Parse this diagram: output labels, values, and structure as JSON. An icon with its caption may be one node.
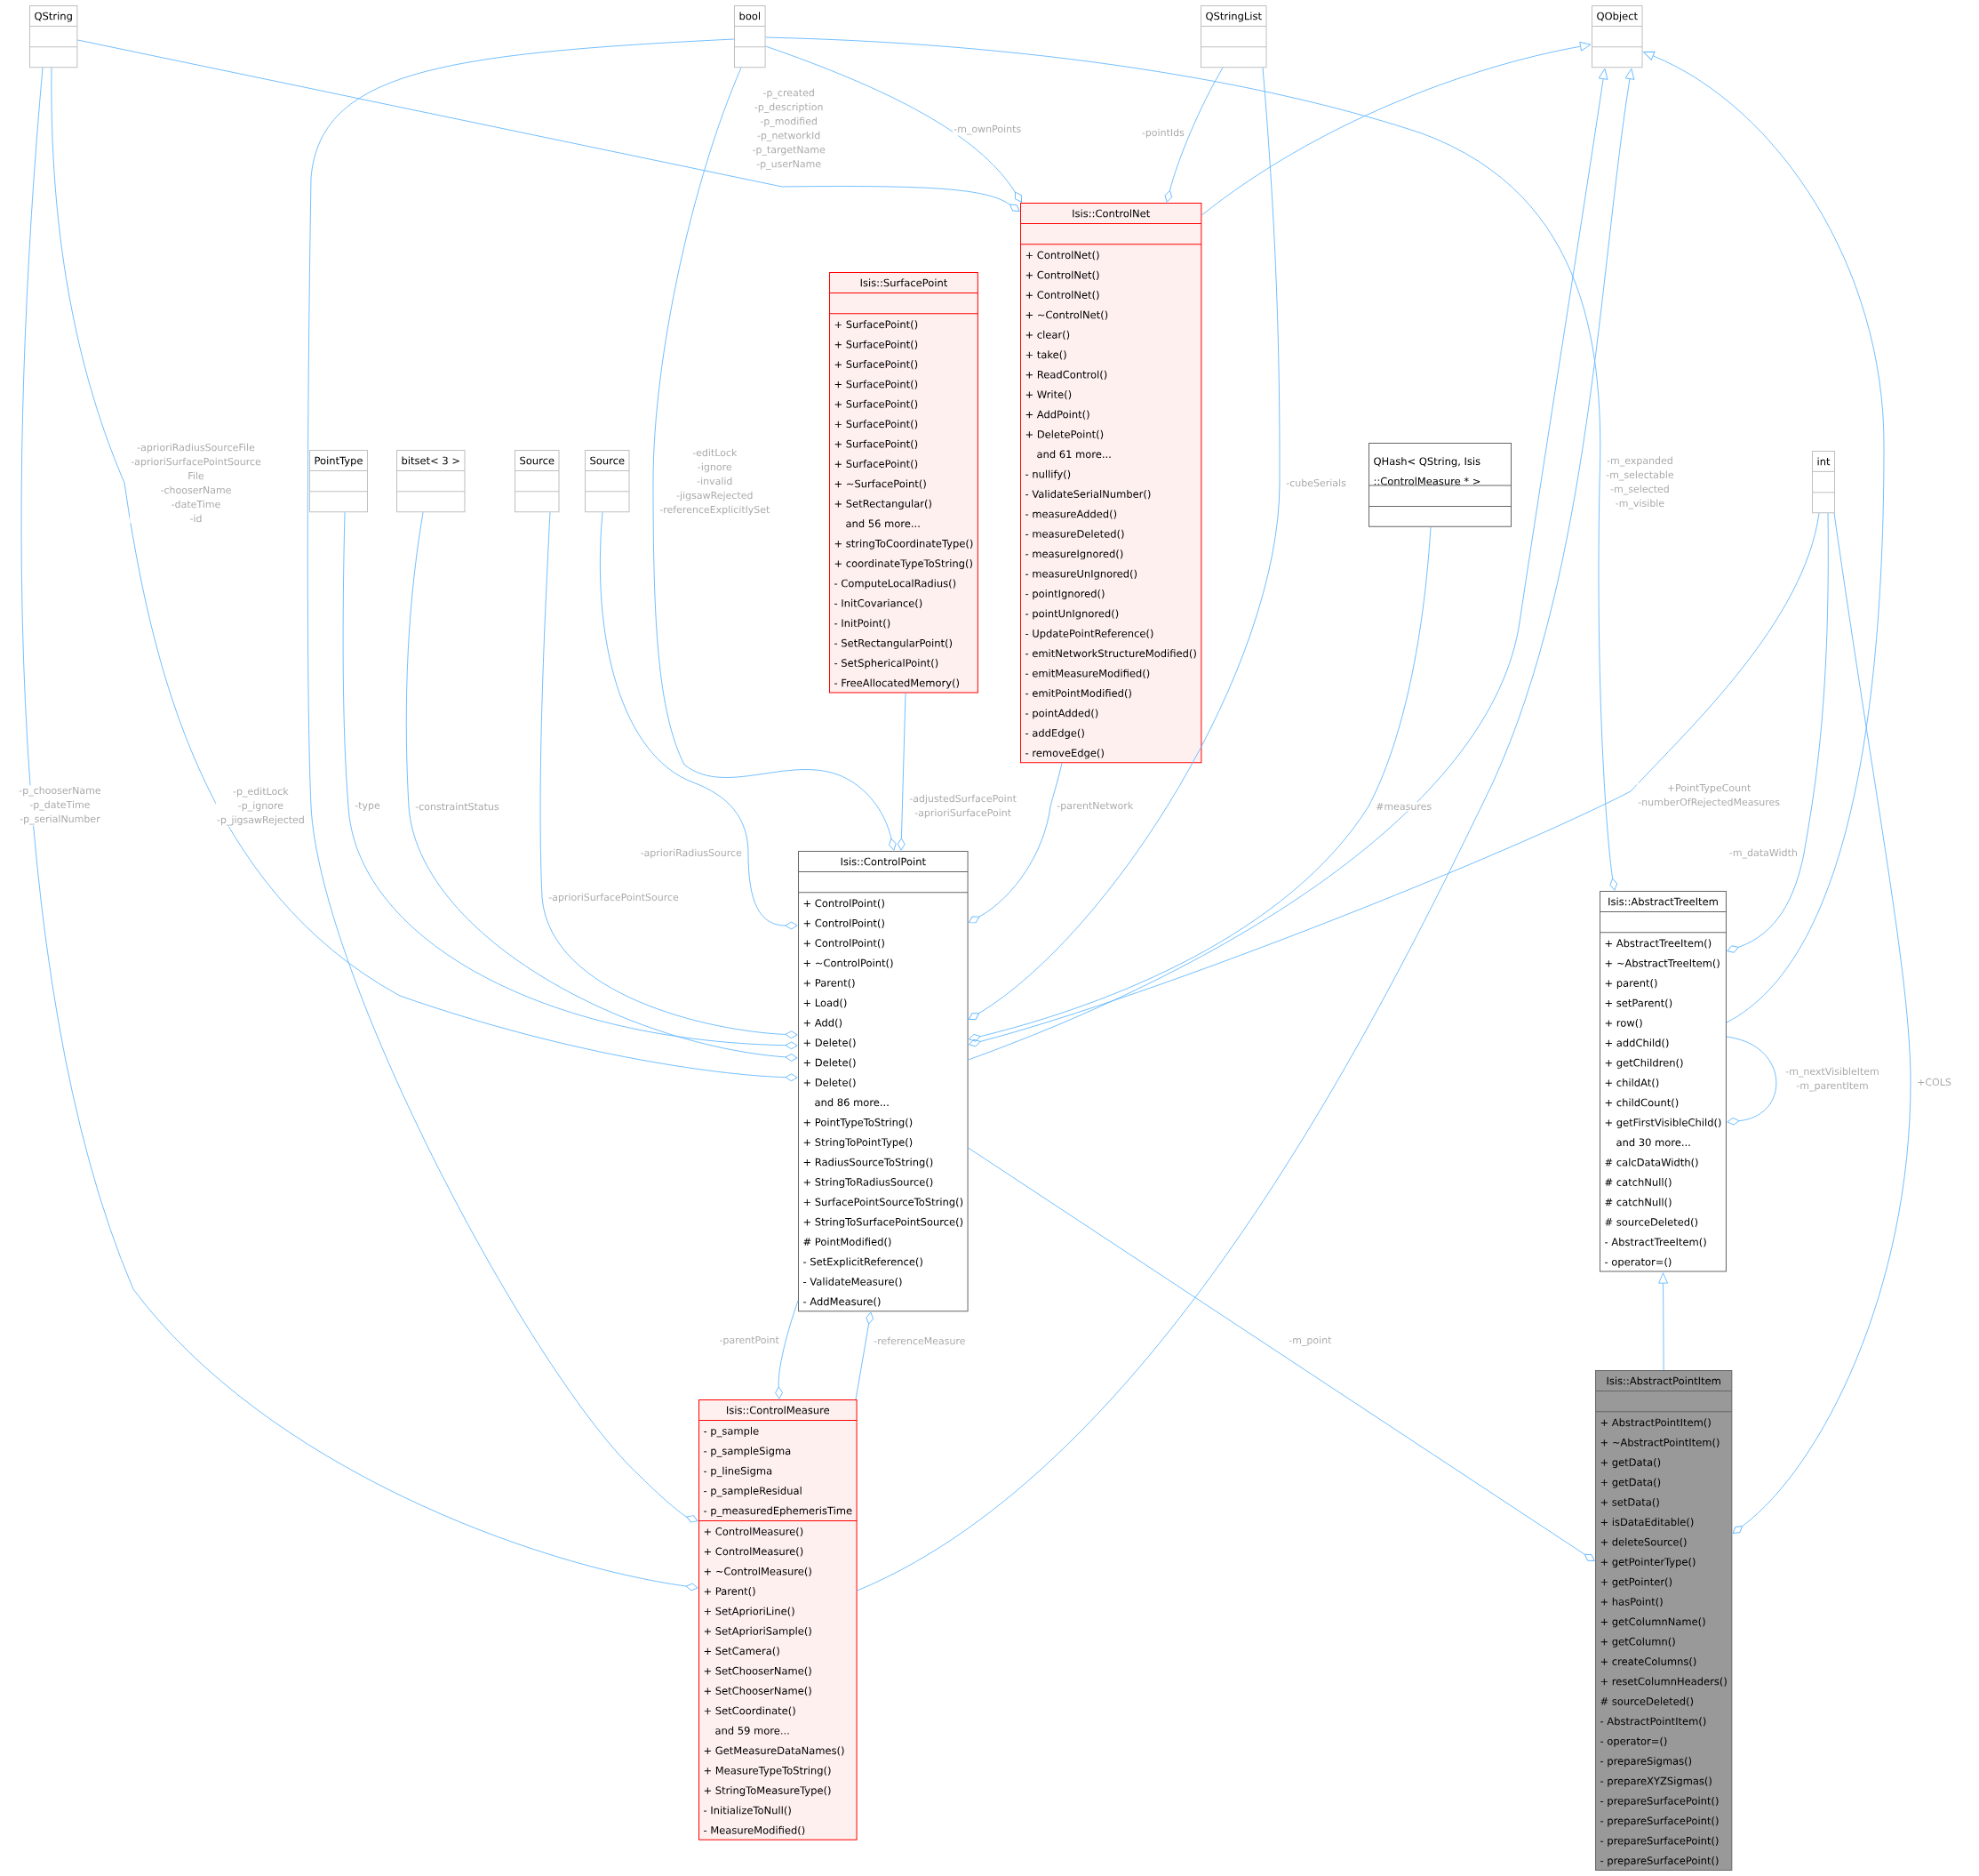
{
  "diagram": {
    "nodes": [
      {
        "text": [
          "QString"
        ]
      },
      {
        "text": [
          "bool"
        ]
      },
      {
        "text": [
          "QStringList"
        ]
      },
      {
        "text": [
          "QObject"
        ]
      },
      {
        "text": [
          "Isis::ControlNet",
          "+ ControlNet()",
          "+ ControlNet()",
          "+ ControlNet()",
          "+ ~ControlNet()",
          "+ clear()",
          "+ take()",
          "+ ReadControl()",
          "+ Write()",
          "+ AddPoint()",
          "+ DeletePoint()",
          "and 61 more...",
          "- nullify()",
          "- ValidateSerialNumber()",
          "- measureAdded()",
          "- measureDeleted()",
          "- measureIgnored()",
          "- measureUnIgnored()",
          "- pointIgnored()",
          "- pointUnIgnored()",
          "- UpdatePointReference()",
          "- emitNetworkStructureModified()",
          "- emitMeasureModified()",
          "- emitPointModified()",
          "- pointAdded()",
          "- addEdge()",
          "- removeEdge()"
        ]
      },
      {
        "text": [
          "Isis::SurfacePoint",
          "+ SurfacePoint()",
          "+ SurfacePoint()",
          "+ SurfacePoint()",
          "+ SurfacePoint()",
          "+ SurfacePoint()",
          "+ SurfacePoint()",
          "+ SurfacePoint()",
          "+ SurfacePoint()",
          "+ ~SurfacePoint()",
          "+ SetRectangular()",
          "and 56 more...",
          "+ stringToCoordinateType()",
          "+ coordinateTypeToString()",
          "- ComputeLocalRadius()",
          "- InitCovariance()",
          "- InitPoint()",
          "- SetRectangularPoint()",
          "- SetSphericalPoint()",
          "- FreeAllocatedMemory()"
        ]
      },
      {
        "text": [
          "PointType"
        ]
      },
      {
        "text": [
          "bitset< 3 >"
        ]
      },
      {
        "text": [
          "Source"
        ]
      },
      {
        "text": [
          "Source"
        ]
      },
      {
        "text": [
          "QHash< QString, Isis ::ControlMeasure * >"
        ]
      },
      {
        "text": [
          "int"
        ]
      },
      {
        "text": [
          "Isis::ControlPoint",
          "+ ControlPoint()",
          "+ ControlPoint()",
          "+ ControlPoint()",
          "+ ~ControlPoint()",
          "+ Parent()",
          "+ Load()",
          "+ Add()",
          "+ Delete()",
          "+ Delete()",
          "+ Delete()",
          "and 86 more...",
          "+ PointTypeToString()",
          "+ StringToPointType()",
          "+ RadiusSourceToString()",
          "+ StringToRadiusSource()",
          "+ SurfacePointSourceToString()",
          "+ StringToSurfacePointSource()",
          "# PointModified()",
          "- SetExplicitReference()",
          "- ValidateMeasure()",
          "- AddMeasure()"
        ]
      },
      {
        "text": [
          "Isis::AbstractTreeItem",
          "+ AbstractTreeItem()",
          "+ ~AbstractTreeItem()",
          "+ parent()",
          "+ setParent()",
          "+ row()",
          "+ addChild()",
          "+ getChildren()",
          "+ childAt()",
          "+ childCount()",
          "+ getFirstVisibleChild()",
          "and 30 more...",
          "# calcDataWidth()",
          "# catchNull()",
          "# catchNull()",
          "# sourceDeleted()",
          "- AbstractTreeItem()",
          "- operator=()"
        ]
      },
      {
        "text": [
          "Isis::ControlMeasure",
          "- p_sample",
          "- p_sampleSigma",
          "- p_lineSigma",
          "- p_sampleResidual",
          "- p_measuredEphemerisTime",
          "+ ControlMeasure()",
          "+ ControlMeasure()",
          "+ ~ControlMeasure()",
          "+ Parent()",
          "+ SetAprioriLine()",
          "+ SetAprioriSample()",
          "+ SetCamera()",
          "+ SetChooserName()",
          "+ SetChooserName()",
          "+ SetCoordinate()",
          "and 59 more...",
          "+ GetMeasureDataNames()",
          "+ MeasureTypeToString()",
          "+ StringToMeasureType()",
          "- InitializeToNull()",
          "- MeasureModified()"
        ]
      },
      {
        "text": [
          "Isis::AbstractPointItem",
          "+ AbstractPointItem()",
          "+ ~AbstractPointItem()",
          "+ getData()",
          "+ getData()",
          "+ setData()",
          "+ isDataEditable()",
          "+ deleteSource()",
          "+ getPointerType()",
          "+ getPointer()",
          "+ hasPoint()",
          "+ getColumnName()",
          "+ getColumn()",
          "+ createColumns()",
          "+ resetColumnHeaders()",
          "# sourceDeleted()",
          "- AbstractPointItem()",
          "- operator=()",
          "- prepareSigmas()",
          "- prepareXYZSigmas()",
          "- prepareSurfacePoint()",
          "- prepareSurfacePoint()",
          "- prepareSurfacePoint()",
          "- prepareSurfacePoint()"
        ]
      }
    ],
    "edges": [
      {
        "from": 0,
        "to": 4,
        "arrow": "other",
        "label": "-p_created -p_description -p_modified -p_networkId -p_targetName -p_userName"
      },
      {
        "from": 1,
        "to": 4,
        "arrow": "other",
        "label": "-m_ownPoints"
      },
      {
        "from": 2,
        "to": 4,
        "arrow": "other",
        "label": "-pointIds"
      },
      {
        "from": 4,
        "to": 3,
        "arrow": "to"
      },
      {
        "from": 0,
        "to": 12,
        "arrow": "other",
        "label": "-aprioriRadiusSourceFile -aprioriSurfacePointSource File -chooserName -dateTime -id"
      },
      {
        "from": 1,
        "to": 12,
        "arrow": "other",
        "label": "-editLock -ignore -invalid -jigsawRejected -referenceExplicitlySet"
      },
      {
        "from": 6,
        "to": 12,
        "arrow": "other",
        "label": "-type"
      },
      {
        "from": 7,
        "to": 12,
        "arrow": "other",
        "label": "-constraintStatus"
      },
      {
        "from": 8,
        "to": 12,
        "arrow": "other",
        "label": "-aprioriSurfacePointSource"
      },
      {
        "from": 9,
        "to": 12,
        "arrow": "other",
        "label": "-aprioriRadiusSource"
      },
      {
        "from": 5,
        "to": 12,
        "arrow": "other",
        "label": "-adjustedSurfacePoint -aprioriSurfacePoint"
      },
      {
        "from": 4,
        "to": 12,
        "arrow": "other",
        "label": "-parentNetwork"
      },
      {
        "from": 2,
        "to": 12,
        "arrow": "other",
        "label": "-cubeSerials"
      },
      {
        "from": 10,
        "to": 12,
        "arrow": "other",
        "label": "#measures"
      },
      {
        "from": 11,
        "to": 12,
        "arrow": "other",
        "label": "+PointTypeCount -numberOfRejectedMeasures"
      },
      {
        "from": 12,
        "to": 3,
        "arrow": "to"
      },
      {
        "from": 14,
        "to": 3,
        "arrow": "to"
      },
      {
        "from": 13,
        "to": 3,
        "arrow": "to"
      },
      {
        "from": 1,
        "to": 13,
        "arrow": "other",
        "label": "-m_expanded -m_selectable -m_selected -m_visible"
      },
      {
        "from": 11,
        "to": 13,
        "arrow": "other",
        "label": "-m_dataWidth"
      },
      {
        "from": 13,
        "to": 13,
        "arrow": "other",
        "label": "-m_nextVisibleItem -m_parentItem"
      },
      {
        "from": 15,
        "to": 13,
        "arrow": "to"
      },
      {
        "from": 11,
        "to": 15,
        "arrow": "other",
        "label": "+COLS"
      },
      {
        "from": 12,
        "to": 15,
        "arrow": "other",
        "label": "-m_point"
      },
      {
        "from": 12,
        "to": 14,
        "arrow": "other",
        "label": "-parentPoint"
      },
      {
        "from": 14,
        "to": 12,
        "arrow": "other",
        "label": "-referenceMeasure"
      },
      {
        "from": 0,
        "to": 14,
        "arrow": "other",
        "label": "-p_chooserName -p_dateTime -p_serialNumber"
      },
      {
        "from": 1,
        "to": 14,
        "arrow": "other",
        "label": "-p_editLock -p_ignore -p_jigsawRejected"
      }
    ]
  }
}
